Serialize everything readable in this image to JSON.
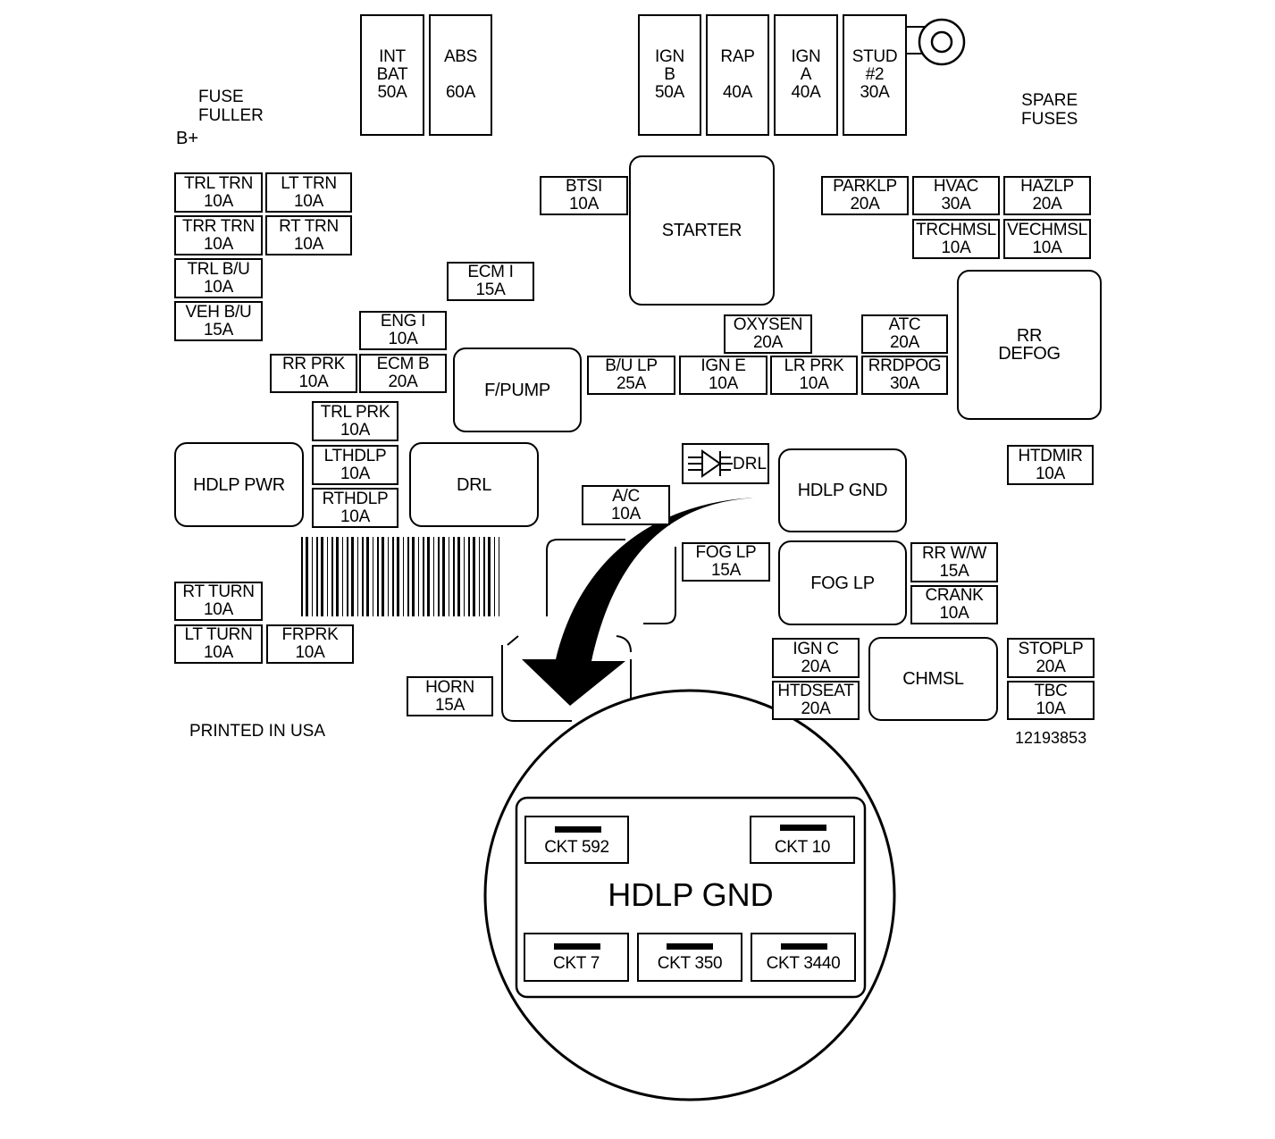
{
  "labels": {
    "fuse_puller": "FUSE\nFULLER",
    "b_plus": "B+",
    "spare_fuses": "SPARE\nFUSES",
    "printed": "PRINTED IN USA",
    "part_number": "12193853"
  },
  "fuses": {
    "int_bat": "INT\nBAT\n50A",
    "abs": "ABS\n\n60A",
    "ign_b": "IGN\nB\n50A",
    "rap": "RAP\n\n40A",
    "ign_a": "IGN\nA\n40A",
    "stud2": "STUD\n#2\n30A",
    "trl_trn": "TRL TRN\n10A",
    "lt_trn": "LT TRN\n10A",
    "trr_trn": "TRR TRN\n10A",
    "rt_trn": "RT TRN\n10A",
    "trl_bu": "TRL B/U\n10A",
    "veh_bu": "VEH B/U\n15A",
    "btsi": "BTSI\n10A",
    "ecm_i": "ECM I\n15A",
    "eng_i": "ENG I\n10A",
    "rr_prk": "RR PRK\n10A",
    "ecm_b": "ECM B\n20A",
    "trl_prk": "TRL PRK\n10A",
    "lthdlp": "LTHDLP\n10A",
    "rthdlp": "RTHDLP\n10A",
    "parklp": "PARKLP\n20A",
    "hvac": "HVAC\n30A",
    "hazlp": "HAZLP\n20A",
    "trchmsl": "TRCHMSL\n10A",
    "vechmsl": "VECHMSL\n10A",
    "oxysen": "OXYSEN\n20A",
    "atc": "ATC\n20A",
    "bu_lp": "B/U LP\n25A",
    "ign_e": "IGN E\n10A",
    "lr_prk": "LR PRK\n10A",
    "rrdpog": "RRDPOG\n30A",
    "htdmir": "HTDMIR\n10A",
    "ac": "A/C\n10A",
    "fog_lp_fuse": "FOG LP\n15A",
    "rr_ww": "RR W/W\n15A",
    "crank": "CRANK\n10A",
    "rt_turn": "RT TURN\n10A",
    "lt_turn": "LT TURN\n10A",
    "frprk": "FRPRK\n10A",
    "horn": "HORN\n15A",
    "ign_c": "IGN C\n20A",
    "htdseat": "HTDSEAT\n20A",
    "stoplp": "STOPLP\n20A",
    "tbc": "TBC\n10A"
  },
  "relays": {
    "starter": "STARTER",
    "rr_defog": "RR\nDEFOG",
    "f_pump": "F/PUMP",
    "hdlp_pwr": "HDLP PWR",
    "drl": "DRL",
    "hdlp_gnd": "HDLP GND",
    "fog_lp": "FOG LP",
    "chmsl": "CHMSL"
  },
  "diode": {
    "label": "DRL"
  },
  "detail": {
    "title": "HDLP GND",
    "ckt_592": "CKT 592",
    "ckt_10": "CKT 10",
    "ckt_7": "CKT 7",
    "ckt_350": "CKT 350",
    "ckt_3440": "CKT 3440"
  }
}
